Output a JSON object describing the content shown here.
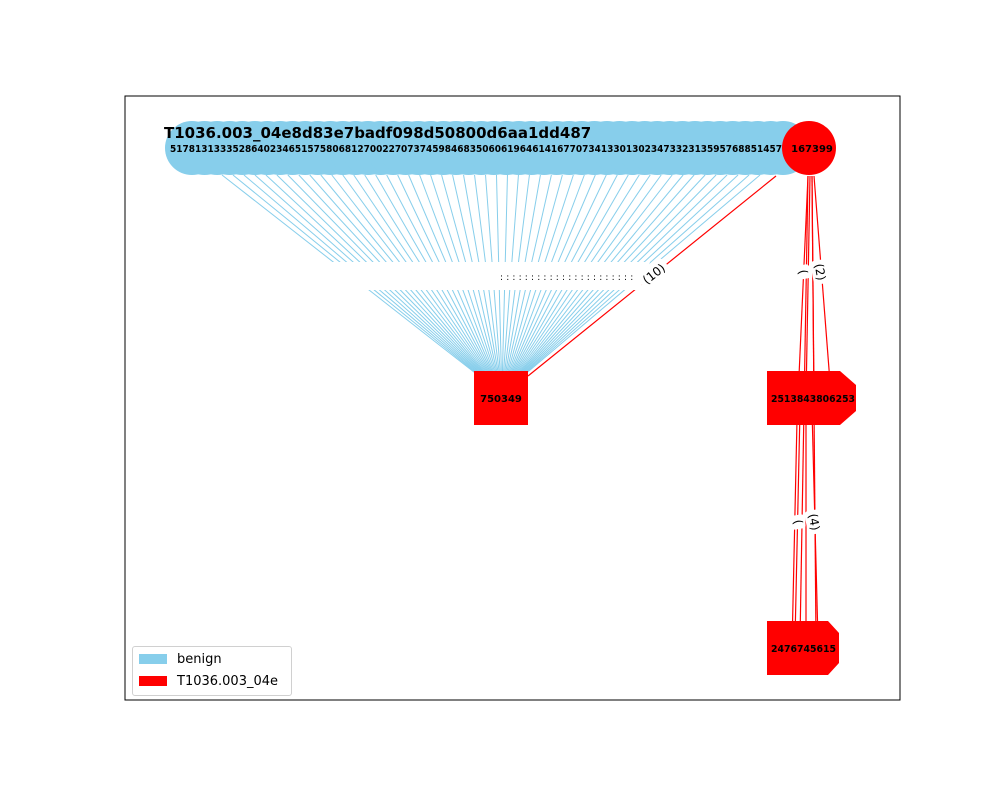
{
  "title": "T1036.003_04e8d83e7badf098d50800d6aa1dd487",
  "colors": {
    "benign": "#87ceeb",
    "malicious": "#ff0000"
  },
  "legend": [
    {
      "label": "benign",
      "color": "#87ceeb"
    },
    {
      "label": "T1036.003_04e",
      "color": "#ff0000"
    }
  ],
  "nodes": {
    "top_row_label": "51781313335286402346515758068127002270737459846835060619646141677073413301302347332313595768851457",
    "top_right": "167399",
    "center_square": "750349",
    "right_mid": "2513843806253",
    "right_bottom": "2476745615"
  },
  "edge_labels": {
    "main": "(10)",
    "right_top_a": "(2)",
    "right_top_b": "(",
    "right_bottom_a": "(4)",
    "right_bottom_b": "("
  }
}
